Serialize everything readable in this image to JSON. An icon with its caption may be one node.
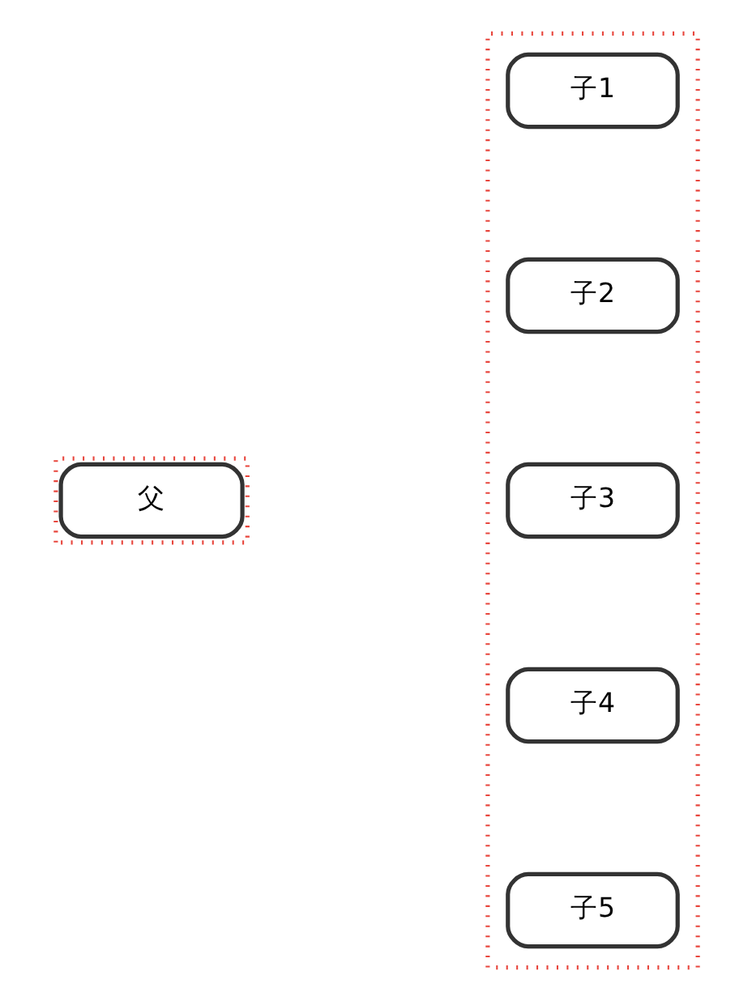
{
  "diagram": {
    "nodes": [
      {
        "text": [],
        "shape": "box"
      },
      {
        "text": [
          "父"
        ],
        "in": 0
      },
      {
        "text": [],
        "shape": "box"
      },
      {
        "text": [
          "子1"
        ],
        "in": 2
      },
      {
        "text": [
          "子2"
        ],
        "in": 2
      },
      {
        "text": [
          "子3"
        ],
        "in": 2
      },
      {
        "text": [
          "子4"
        ],
        "in": 2
      },
      {
        "text": [
          "子5"
        ],
        "in": 2
      }
    ],
    "edges": []
  }
}
